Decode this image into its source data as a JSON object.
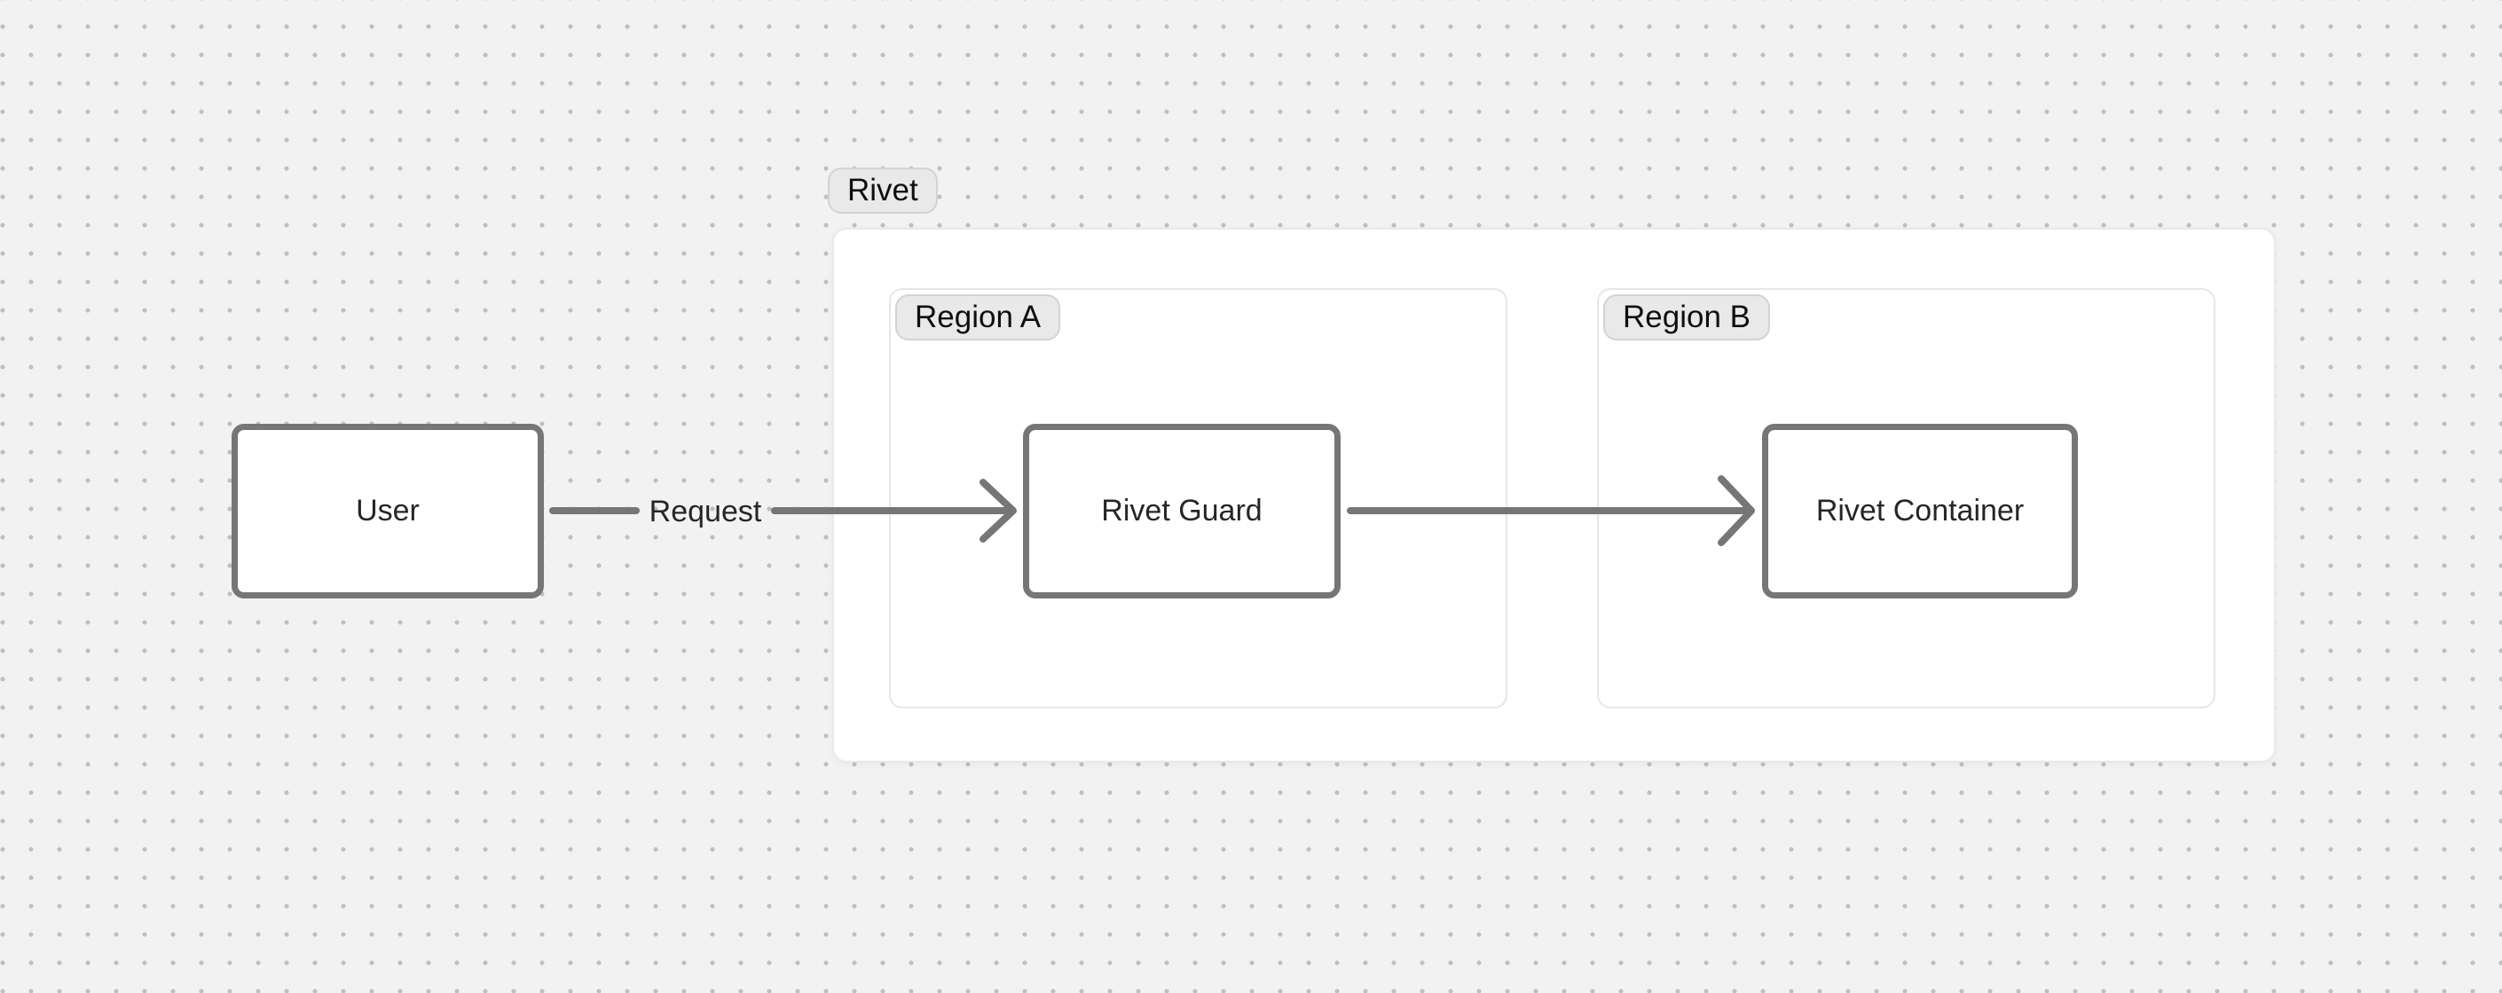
{
  "canvas": {
    "background_color": "#f2f2f2",
    "dot_color": "#bfbfbf"
  },
  "diagram": {
    "group": {
      "label": "Rivet"
    },
    "regions": [
      {
        "id": "region-a",
        "label": "Region A"
      },
      {
        "id": "region-b",
        "label": "Region B"
      }
    ],
    "nodes": [
      {
        "id": "user",
        "label": "User"
      },
      {
        "id": "rivet-guard",
        "label": "Rivet Guard"
      },
      {
        "id": "rivet-container",
        "label": "Rivet Container"
      }
    ],
    "edges": [
      {
        "from": "user",
        "to": "rivet-guard",
        "label": "Request"
      },
      {
        "from": "rivet-guard",
        "to": "rivet-container",
        "label": ""
      }
    ],
    "colors": {
      "node_border": "#767676",
      "node_fill": "#ffffff",
      "node_text": "#262626",
      "pill_fill": "#e9e9e9",
      "pill_border": "#d3d3d3",
      "region_border": "#e7e7e7",
      "arrow": "#767676"
    }
  }
}
